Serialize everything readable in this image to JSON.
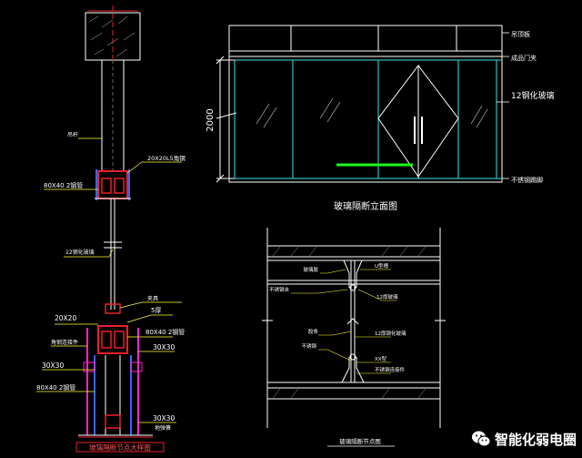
{
  "colors": {
    "background": "#000000",
    "line": "#ffffff",
    "steel_red": "#e8202a",
    "frame_blue": "#3a62ff",
    "glass_cyan": "#35e3e3",
    "glass_reflect": "#9a9a9a",
    "green_floor": "#1aff1a",
    "magenta_label": "#ff22cc",
    "yellow_leader": "#ffff33"
  },
  "left_section": {
    "label_top_rod": "吊杆",
    "label_channel": "20X20L5角钢",
    "label_tube_top": "80X40 2钢管",
    "label_glass": "12钢化玻璃",
    "label_clamp": "夹具",
    "label_tube_20": "20X20",
    "label_s": "5厚",
    "label_tube_mid": "80X40 2钢管",
    "label_angle_l": "角钢连接件",
    "label_30x30_l": "30X30",
    "label_30x30_r": "30X30",
    "label_80x40_b": "80X40 2钢管",
    "label_30x30_b": "30X30",
    "label_base": "地弹簧",
    "title": "玻璃隔断节点大样图"
  },
  "elevation": {
    "dim_height": "2000",
    "label_1": "吊顶板",
    "label_2": "成品门夹",
    "label_3": "12钢化玻璃",
    "label_4": "不锈钢踢脚",
    "title": "玻璃隔断立面图"
  },
  "detail": {
    "label_a": "玻璃胶",
    "label_b": "U型槽",
    "label_c": "不锈钢夹",
    "label_d": "12厚玻璃",
    "label_e": "胶条",
    "label_f": "12厚钢化玻璃",
    "label_g": "不锈钢",
    "label_h": "XX型",
    "label_i": "不锈钢连接件",
    "title": "玻璃隔断节点图"
  },
  "watermark": {
    "text": "智能化弱电圈",
    "icon": "wechat-icon"
  }
}
